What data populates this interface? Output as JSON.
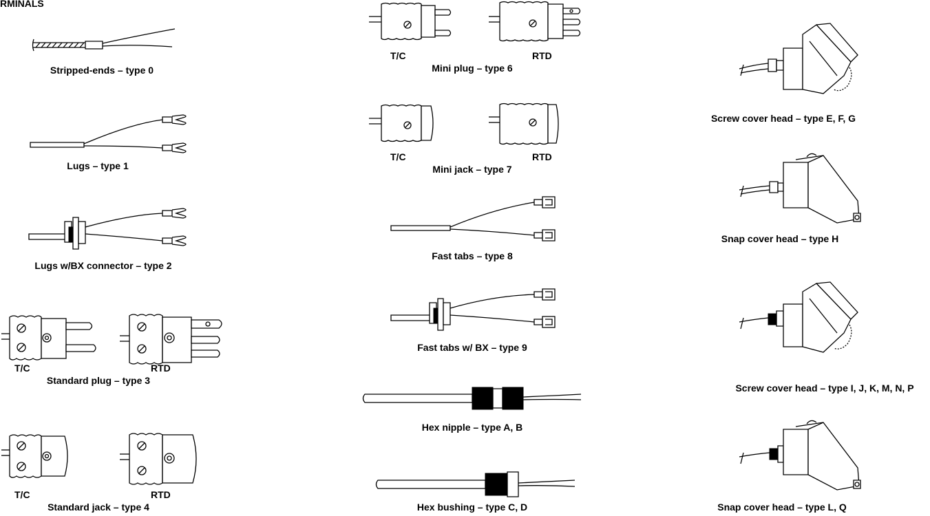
{
  "header": {
    "title": "RMINALS"
  },
  "col1": {
    "type0": "Stripped-ends – type 0",
    "type1": "Lugs –  type 1",
    "type2": "Lugs w/BX connector – type 2",
    "type3": {
      "tc": "T/C",
      "rtd": "RTD",
      "caption": "Standard plug – type 3"
    },
    "type4": {
      "tc": "T/C",
      "rtd": "RTD",
      "caption": "Standard jack – type 4"
    }
  },
  "col2": {
    "type6": {
      "tc": "T/C",
      "rtd": "RTD",
      "caption": "Mini plug – type 6"
    },
    "type7": {
      "tc": "T/C",
      "rtd": "RTD",
      "caption": "Mini jack – type 7"
    },
    "type8": "Fast tabs – type 8",
    "type9": "Fast tabs w/ BX – type 9",
    "typeAB": "Hex nipple – type A, B",
    "typeCD": "Hex bushing – type C, D"
  },
  "col3": {
    "typeEFG": "Screw cover head – type E, F, G",
    "typeH": "Snap cover head – type H",
    "typeIJ": "Screw cover head – type I, J, K, M, N, P",
    "typeLQ": "Snap cover head – type L, Q"
  }
}
